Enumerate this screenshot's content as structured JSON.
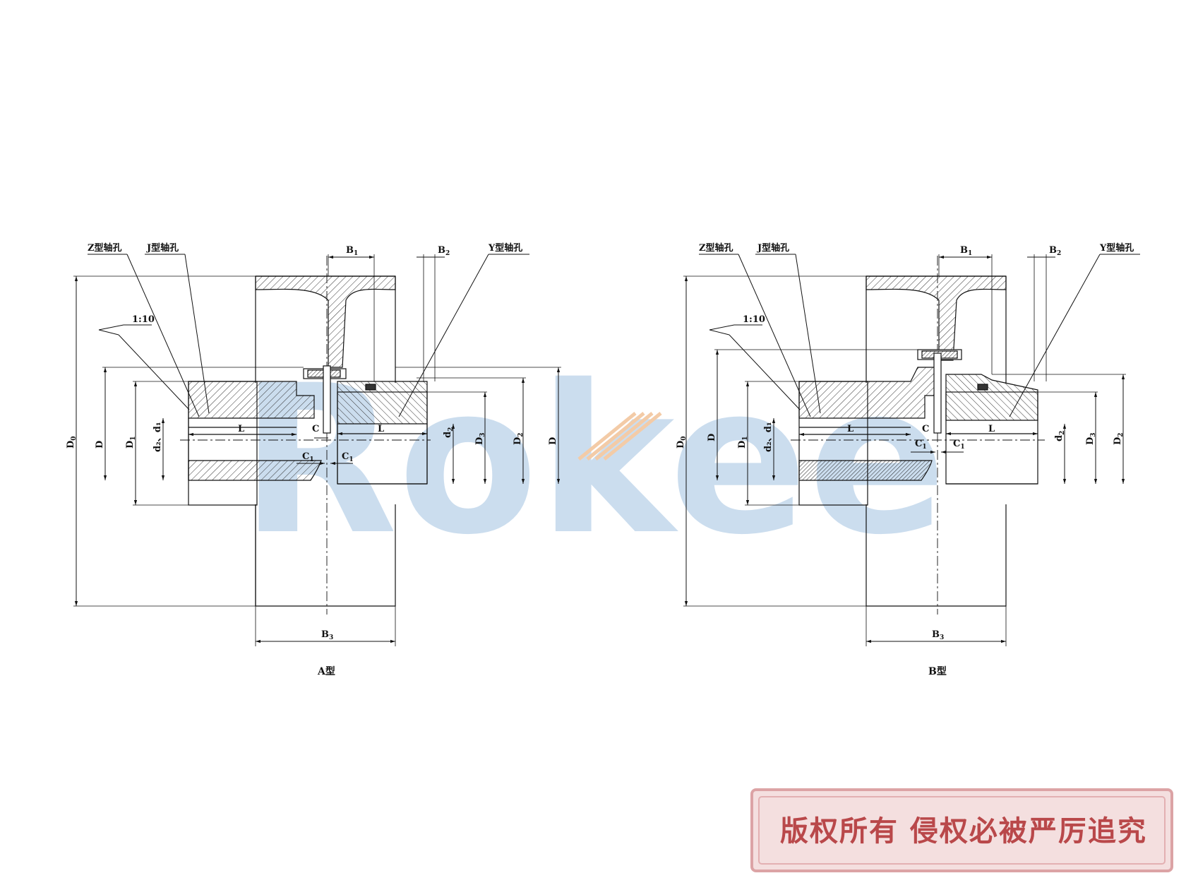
{
  "watermark": {
    "brand": "Rokee",
    "color": "#c9dcee",
    "accent": "#f3c9a3"
  },
  "copyright_stamp": {
    "text": "版权所有 侵权必被严厉追究",
    "border_color": "#d99a9c",
    "fill_color": "#f3dcdc",
    "text_color": "#b9484a"
  },
  "views": [
    {
      "caption": "A型",
      "labels": {
        "z_bore": "Z型轴孔",
        "j_bore": "J型轴孔",
        "y_bore": "Y型轴孔",
        "taper": "1:10",
        "B1": "B",
        "B1_sub": "1",
        "B2": "B",
        "B2_sub": "2",
        "B3": "B",
        "B3_sub": "3",
        "D0": "D",
        "D0_sub": "0",
        "D": "D",
        "D1": "D",
        "D1_sub": "1",
        "D2": "D",
        "D2_sub": "2",
        "D3": "D",
        "D3_sub": "3",
        "d1": "d₂、d₁",
        "d2": "d",
        "d2_sub": "2",
        "L_left": "L",
        "L_right": "L",
        "C": "C",
        "C1": "C",
        "C1_sub": "1"
      }
    },
    {
      "caption": "B型",
      "labels": {
        "z_bore": "Z型轴孔",
        "j_bore": "J型轴孔",
        "y_bore": "Y型轴孔",
        "taper": "1:10",
        "B1": "B",
        "B1_sub": "1",
        "B2": "B",
        "B2_sub": "2",
        "B3": "B",
        "B3_sub": "3",
        "D0": "D",
        "D0_sub": "0",
        "D": "D",
        "D1": "D",
        "D1_sub": "1",
        "D2": "D",
        "D2_sub": "2",
        "D3": "D",
        "D3_sub": "3",
        "d1": "d₂、d₁",
        "d2": "d",
        "d2_sub": "2",
        "L_left": "L",
        "L_right": "L",
        "C": "C",
        "C1": "C",
        "C1_sub": "1"
      }
    }
  ]
}
